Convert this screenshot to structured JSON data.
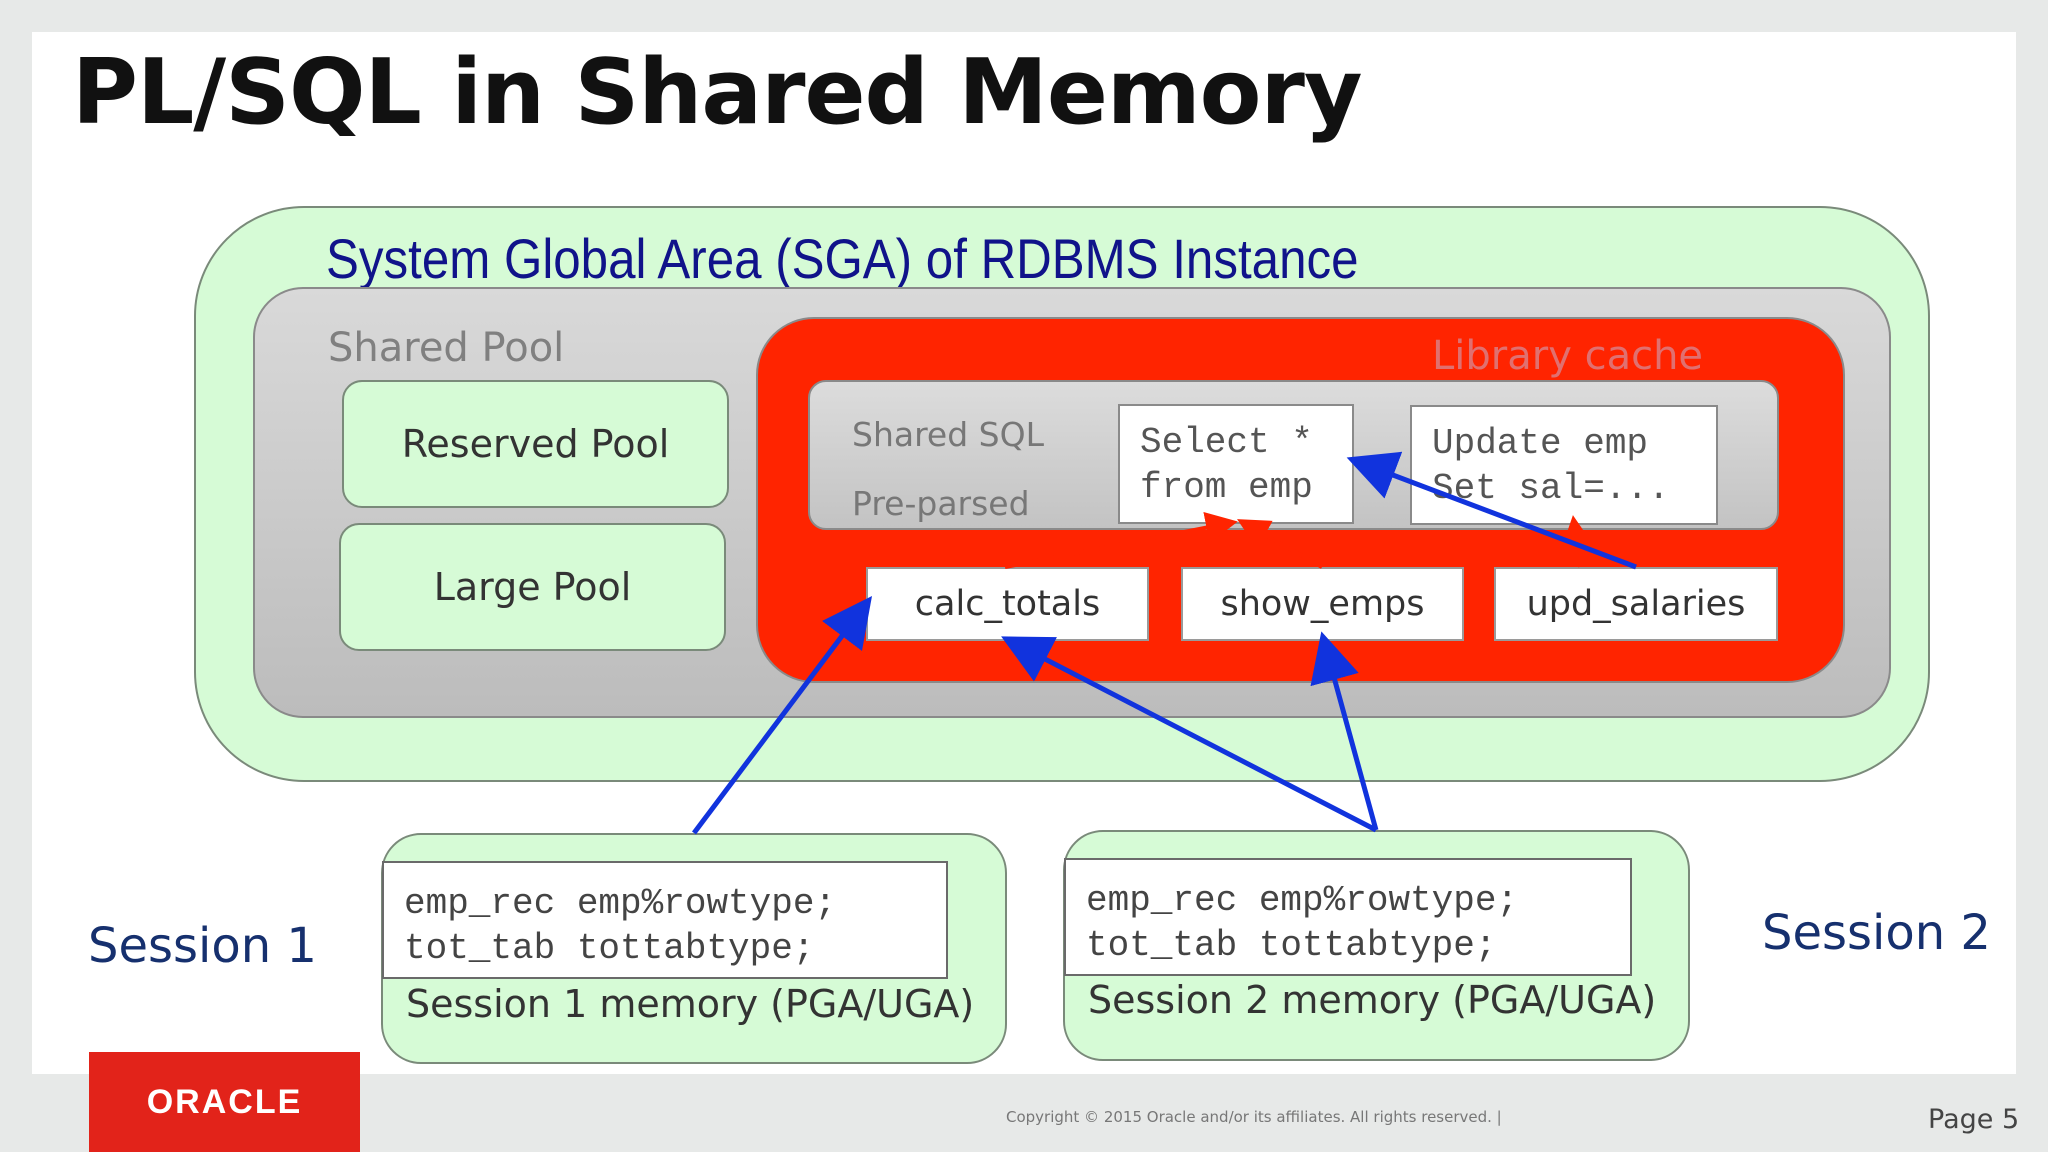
{
  "slide": {
    "title": "PL/SQL in Shared Memory",
    "page": "Page 5",
    "copyright": "Copyright © 2015 Oracle and/or its affiliates. All rights reserved.  |",
    "logo_text": "ORACLE"
  },
  "sga": {
    "title": "System Global Area (SGA) of RDBMS Instance",
    "shared_pool": {
      "label": "Shared Pool",
      "reserved_pool": "Reserved Pool",
      "large_pool": "Large Pool"
    },
    "library_cache": {
      "label": "Library cache",
      "shared_sql_label": "Shared SQL",
      "pre_parsed_label": "Pre-parsed",
      "select_stmt": "Select *\nfrom emp",
      "update_stmt": "Update emp\nSet sal=...",
      "procedures": [
        "calc_totals",
        "show_emps",
        "upd_salaries"
      ]
    }
  },
  "sessions": [
    {
      "label": "Session 1",
      "code": "emp_rec emp%rowtype;\ntot_tab tottabtype;",
      "memory_label": "Session 1 memory  (PGA/UGA)"
    },
    {
      "label": "Session 2",
      "code": "emp_rec emp%rowtype;\ntot_tab tottabtype;",
      "memory_label": "Session 2 memory  (PGA/UGA)"
    }
  ],
  "colors": {
    "sga_fill": "#d6fbd6",
    "library_cache_fill": "#ff2400",
    "arrow_blue": "#1133dd",
    "title_blue": "#10138a",
    "oracle_red": "#e2231a"
  }
}
